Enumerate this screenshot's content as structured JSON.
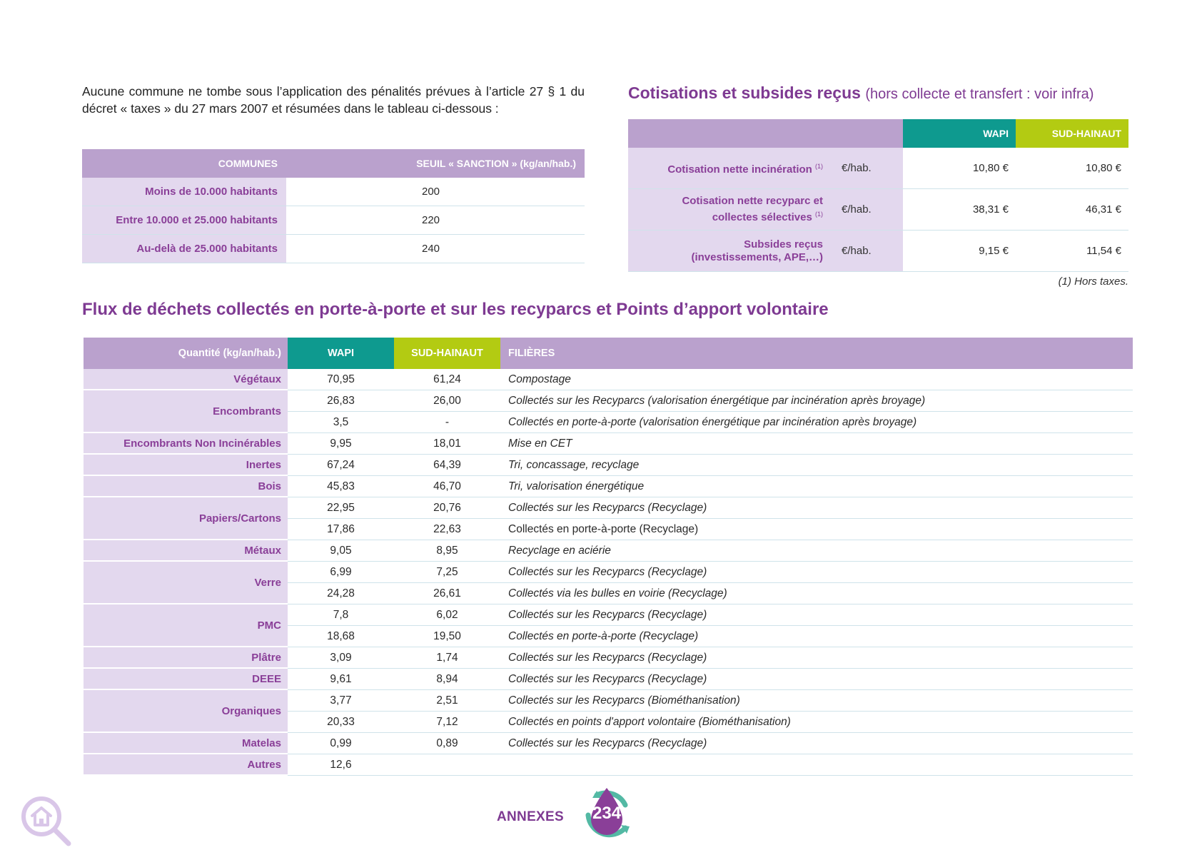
{
  "intro": "Aucune commune ne tombe sous l’application des pénalités prévues à l’article 27 § 1 du décret « taxes » du 27 mars 2007 et résumées dans le tableau ci-dessous :",
  "seuil_table": {
    "headers": [
      "COMMUNES",
      "SEUIL « SANCTION » (kg/an/hab.)"
    ],
    "rows": [
      {
        "label": "Moins de 10.000 habitants",
        "value": "200"
      },
      {
        "label": "Entre 10.000 et 25.000 habitants",
        "value": "220"
      },
      {
        "label": "Au-delà de 25.000 habitants",
        "value": "240"
      }
    ]
  },
  "cotisations": {
    "title_strong": "Cotisations et subsides reçus",
    "title_light": "(hors collecte et transfert : voir infra)",
    "headers": {
      "wapi": "WAPI",
      "sud": "SUD-HAINAUT"
    },
    "rows": [
      {
        "label": "Cotisation nette incinération",
        "sup": "(1)",
        "label2": "",
        "unit": "€/hab.",
        "wapi": "10,80 €",
        "sud": "10,80 €"
      },
      {
        "label": "Cotisation nette recyparc et",
        "label2": "collectes sélectives",
        "sup": "(1)",
        "unit": "€/hab.",
        "wapi": "38,31 €",
        "sud": "46,31 €"
      },
      {
        "label": "Subsides reçus",
        "label2": "(investissements, APE,…)",
        "sup": "",
        "unit": "€/hab.",
        "wapi": "9,15 €",
        "sud": "11,54 €"
      }
    ],
    "note": "(1) Hors taxes."
  },
  "flux": {
    "title": "Flux de déchets collectés en porte-à-porte et sur les recyparcs et Points d’apport volontaire",
    "headers": {
      "quantite": "Quantité (kg/an/hab.)",
      "wapi": "WAPI",
      "sud": "SUD-HAINAUT",
      "filieres": "FILIÈRES"
    },
    "groups": [
      {
        "category": "Végétaux",
        "rows": [
          {
            "wapi": "70,95",
            "sud": "61,24",
            "filiere": "Compostage"
          }
        ]
      },
      {
        "category": "Encombrants",
        "rows": [
          {
            "wapi": "26,83",
            "sud": "26,00",
            "filiere": "Collectés sur les Recyparcs (valorisation énergétique par incinération après broyage)"
          },
          {
            "wapi": "3,5",
            "sud": "-",
            "filiere": "Collectés en porte-à-porte (valorisation énergétique par incinération après broyage)"
          }
        ]
      },
      {
        "category": "Encombrants Non Incinérables",
        "rows": [
          {
            "wapi": "9,95",
            "sud": "18,01",
            "filiere": "Mise en CET"
          }
        ]
      },
      {
        "category": "Inertes",
        "rows": [
          {
            "wapi": "67,24",
            "sud": "64,39",
            "filiere": "Tri, concassage, recyclage"
          }
        ]
      },
      {
        "category": "Bois",
        "rows": [
          {
            "wapi": "45,83",
            "sud": "46,70",
            "filiere": "Tri, valorisation énergétique"
          }
        ]
      },
      {
        "category": "Papiers/Cartons",
        "rows": [
          {
            "wapi": "22,95",
            "sud": "20,76",
            "filiere": "Collectés sur les Recyparcs (Recyclage)"
          },
          {
            "wapi": "17,86",
            "sud": "22,63",
            "filiere": "Collectés en porte-à-porte (Recyclage)",
            "upright": true
          }
        ]
      },
      {
        "category": "Métaux",
        "rows": [
          {
            "wapi": "9,05",
            "sud": "8,95",
            "filiere": "Recyclage en aciérie"
          }
        ]
      },
      {
        "category": "Verre",
        "rows": [
          {
            "wapi": "6,99",
            "sud": "7,25",
            "filiere": "Collectés sur les Recyparcs (Recyclage)"
          },
          {
            "wapi": "24,28",
            "sud": "26,61",
            "filiere": "Collectés via les bulles en voirie (Recyclage)"
          }
        ]
      },
      {
        "category": "PMC",
        "rows": [
          {
            "wapi": "7,8",
            "sud": "6,02",
            "filiere": "Collectés sur les Recyparcs (Recyclage)"
          },
          {
            "wapi": "18,68",
            "sud": "19,50",
            "filiere": "Collectés en porte-à-porte (Recyclage)"
          }
        ]
      },
      {
        "category": "Plâtre",
        "rows": [
          {
            "wapi": "3,09",
            "sud": "1,74",
            "filiere": "Collectés sur les Recyparcs (Recyclage)"
          }
        ]
      },
      {
        "category": "DEEE",
        "rows": [
          {
            "wapi": "9,61",
            "sud": "8,94",
            "filiere": "Collectés sur les Recyparcs (Recyclage)"
          }
        ]
      },
      {
        "category": "Organiques",
        "rows": [
          {
            "wapi": "3,77",
            "sud": "2,51",
            "filiere": "Collectés sur les Recyparcs (Biométhanisation)"
          },
          {
            "wapi": "20,33",
            "sud": "7,12",
            "filiere": "Collectés en points d'apport volontaire (Biométhanisation)"
          }
        ]
      },
      {
        "category": "Matelas",
        "rows": [
          {
            "wapi": "0,99",
            "sud": "0,89",
            "filiere": "Collectés sur les Recyparcs (Recyclage)"
          }
        ]
      },
      {
        "category": "Autres",
        "rows": [
          {
            "wapi": "12,6",
            "sud": "",
            "filiere": ""
          }
        ]
      }
    ]
  },
  "footer": {
    "section": "ANNEXES",
    "page": "234",
    "icon": "home-search-icon"
  },
  "colors": {
    "purple": "#7e3a92",
    "lavender_header": "#baa1cd",
    "lavender_cell": "#e3d8ee",
    "teal": "#0e9a8f",
    "lime": "#b3cb12"
  }
}
